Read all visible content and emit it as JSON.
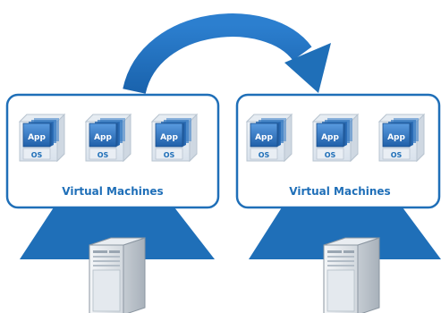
{
  "groups": [
    {
      "label": "Virtual Machines",
      "vms": [
        {
          "app": "App",
          "os": "OS"
        },
        {
          "app": "App",
          "os": "OS"
        },
        {
          "app": "App",
          "os": "OS"
        }
      ]
    },
    {
      "label": "Virtual Machines",
      "vms": [
        {
          "app": "App",
          "os": "OS"
        },
        {
          "app": "App",
          "os": "OS"
        },
        {
          "app": "App",
          "os": "OS"
        }
      ]
    }
  ],
  "colors": {
    "accent": "#1f6fb8",
    "box_border": "#1f6fb8",
    "app_block": "#2f77c6",
    "os_text": "#1f6fb8"
  },
  "icons": [
    "migration-arrow-icon",
    "server-icon",
    "vm-cube-icon"
  ]
}
